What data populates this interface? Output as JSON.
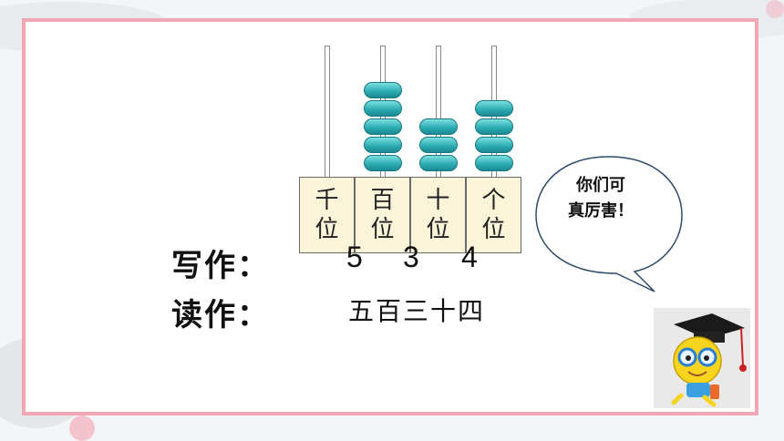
{
  "abacus": {
    "columns": [
      {
        "label_top": "千",
        "label_bottom": "位",
        "beads": 0
      },
      {
        "label_top": "百",
        "label_bottom": "位",
        "beads": 5
      },
      {
        "label_top": "十",
        "label_bottom": "位",
        "beads": 3
      },
      {
        "label_top": "个",
        "label_bottom": "位",
        "beads": 4
      }
    ],
    "bead_color": "#2aa9b0"
  },
  "write": {
    "label": "写作：",
    "digits": [
      "5",
      "3",
      "4"
    ]
  },
  "read": {
    "label": "读作：",
    "text": "五百三十四"
  },
  "bubble": {
    "line1": "你们可",
    "line2": "真厉害！"
  },
  "mascot": {
    "icon": "graduate-smiley-icon"
  },
  "colors": {
    "frame_border": "#f2a7b4",
    "box_fill": "#fbf4d9"
  }
}
